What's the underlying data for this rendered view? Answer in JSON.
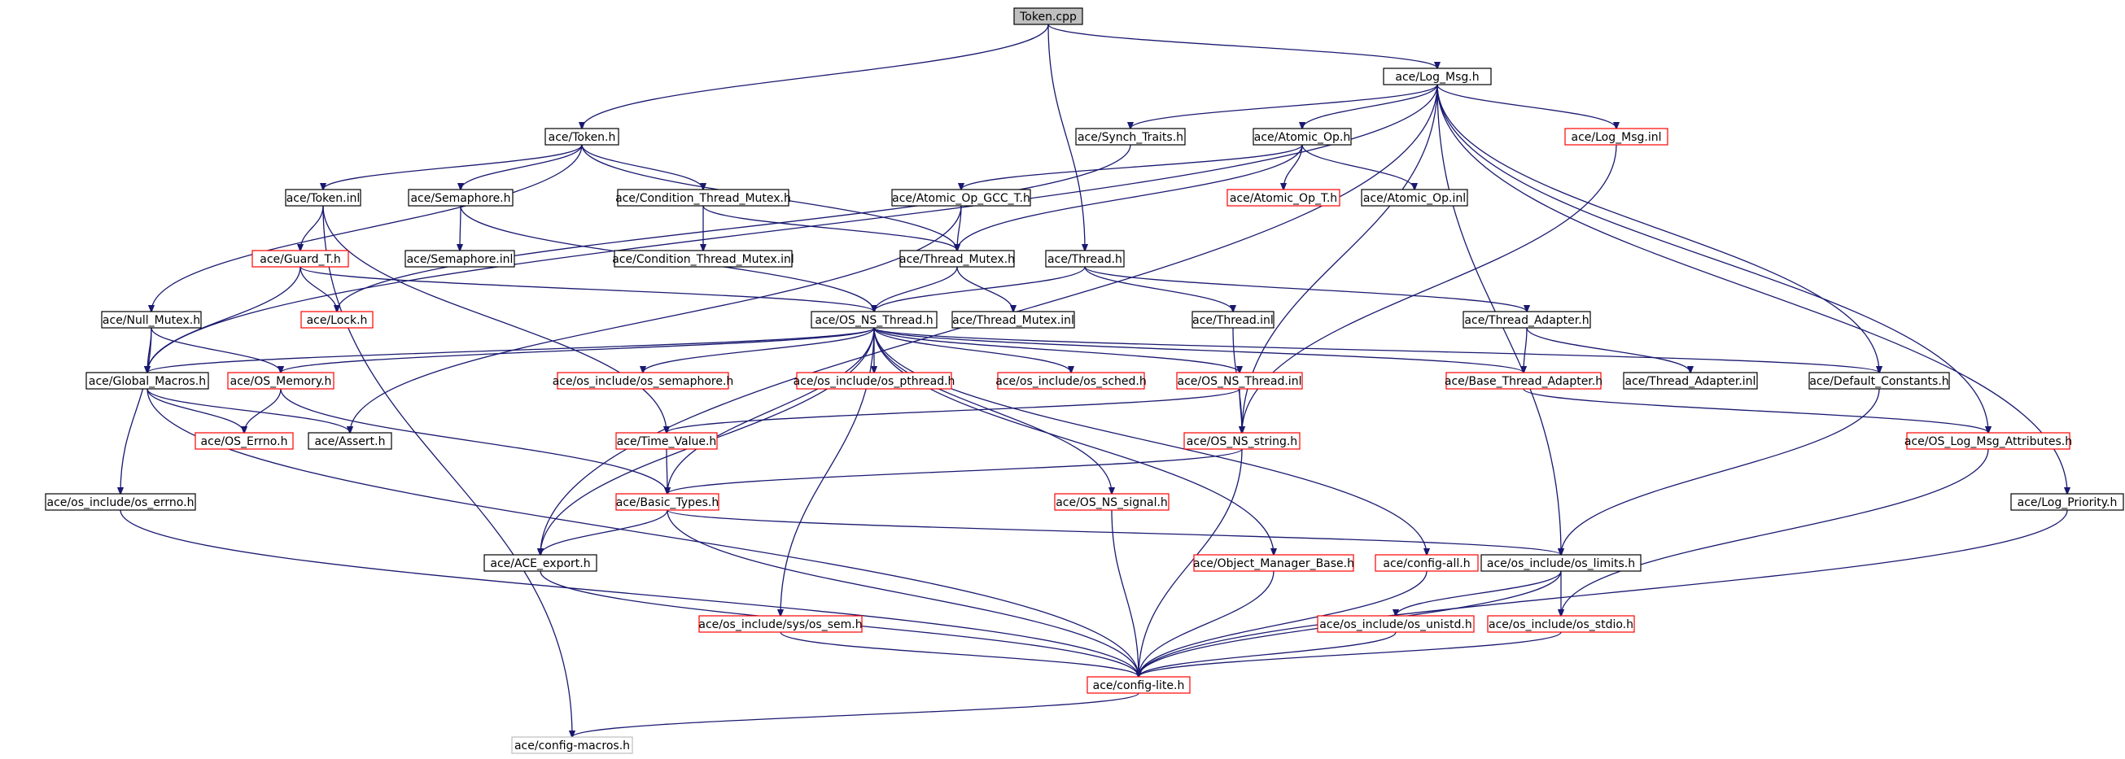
{
  "colors": {
    "edge": "#191970",
    "border_black": "#000000",
    "border_red": "#ff0000",
    "border_gray": "#bfbfbf",
    "root_fill": "#bfbfbf",
    "node_fill": "#ffffff"
  },
  "nodes": [
    {
      "id": "token_cpp",
      "label": "Token.cpp",
      "style": "root"
    },
    {
      "id": "log_msg_h",
      "label": "ace/Log_Msg.h",
      "style": "black"
    },
    {
      "id": "token_h",
      "label": "ace/Token.h",
      "style": "black"
    },
    {
      "id": "synch_traits_h",
      "label": "ace/Synch_Traits.h",
      "style": "black"
    },
    {
      "id": "atomic_op_h",
      "label": "ace/Atomic_Op.h",
      "style": "black"
    },
    {
      "id": "log_msg_inl",
      "label": "ace/Log_Msg.inl",
      "style": "red"
    },
    {
      "id": "token_inl",
      "label": "ace/Token.inl",
      "style": "black"
    },
    {
      "id": "semaphore_h",
      "label": "ace/Semaphore.h",
      "style": "black"
    },
    {
      "id": "cond_thread_mutex_h",
      "label": "ace/Condition_Thread_Mutex.h",
      "style": "black"
    },
    {
      "id": "atomic_op_gcc_t_h",
      "label": "ace/Atomic_Op_GCC_T.h",
      "style": "black"
    },
    {
      "id": "atomic_op_t_h",
      "label": "ace/Atomic_Op_T.h",
      "style": "red"
    },
    {
      "id": "atomic_op_inl",
      "label": "ace/Atomic_Op.inl",
      "style": "black"
    },
    {
      "id": "guard_t_h",
      "label": "ace/Guard_T.h",
      "style": "red"
    },
    {
      "id": "semaphore_inl",
      "label": "ace/Semaphore.inl",
      "style": "black"
    },
    {
      "id": "cond_thread_mutex_inl",
      "label": "ace/Condition_Thread_Mutex.inl",
      "style": "black"
    },
    {
      "id": "thread_mutex_h",
      "label": "ace/Thread_Mutex.h",
      "style": "black"
    },
    {
      "id": "thread_h",
      "label": "ace/Thread.h",
      "style": "black"
    },
    {
      "id": "null_mutex_h",
      "label": "ace/Null_Mutex.h",
      "style": "black"
    },
    {
      "id": "lock_h",
      "label": "ace/Lock.h",
      "style": "red"
    },
    {
      "id": "os_ns_thread_h",
      "label": "ace/OS_NS_Thread.h",
      "style": "black"
    },
    {
      "id": "thread_mutex_inl",
      "label": "ace/Thread_Mutex.inl",
      "style": "black"
    },
    {
      "id": "thread_inl",
      "label": "ace/Thread.inl",
      "style": "black"
    },
    {
      "id": "thread_adapter_h",
      "label": "ace/Thread_Adapter.h",
      "style": "black"
    },
    {
      "id": "global_macros_h",
      "label": "ace/Global_Macros.h",
      "style": "black"
    },
    {
      "id": "os_memory_h",
      "label": "ace/OS_Memory.h",
      "style": "red"
    },
    {
      "id": "os_semaphore_h",
      "label": "ace/os_include/os_semaphore.h",
      "style": "red"
    },
    {
      "id": "os_pthread_h",
      "label": "ace/os_include/os_pthread.h",
      "style": "red"
    },
    {
      "id": "os_sched_h",
      "label": "ace/os_include/os_sched.h",
      "style": "red"
    },
    {
      "id": "os_ns_thread_inl",
      "label": "ace/OS_NS_Thread.inl",
      "style": "red"
    },
    {
      "id": "base_thread_adapter_h",
      "label": "ace/Base_Thread_Adapter.h",
      "style": "red"
    },
    {
      "id": "thread_adapter_inl",
      "label": "ace/Thread_Adapter.inl",
      "style": "black"
    },
    {
      "id": "default_constants_h",
      "label": "ace/Default_Constants.h",
      "style": "black"
    },
    {
      "id": "os_errno_h_ace",
      "label": "ace/OS_Errno.h",
      "style": "red"
    },
    {
      "id": "assert_h",
      "label": "ace/Assert.h",
      "style": "black"
    },
    {
      "id": "time_value_h",
      "label": "ace/Time_Value.h",
      "style": "red"
    },
    {
      "id": "os_ns_string_h",
      "label": "ace/OS_NS_string.h",
      "style": "red"
    },
    {
      "id": "os_log_msg_attr_h",
      "label": "ace/OS_Log_Msg_Attributes.h",
      "style": "red"
    },
    {
      "id": "os_include_errno_h",
      "label": "ace/os_include/os_errno.h",
      "style": "black"
    },
    {
      "id": "basic_types_h",
      "label": "ace/Basic_Types.h",
      "style": "red"
    },
    {
      "id": "os_ns_signal_h",
      "label": "ace/OS_NS_signal.h",
      "style": "red"
    },
    {
      "id": "log_priority_h",
      "label": "ace/Log_Priority.h",
      "style": "black"
    },
    {
      "id": "ace_export_h",
      "label": "ace/ACE_export.h",
      "style": "black"
    },
    {
      "id": "object_manager_base_h",
      "label": "ace/Object_Manager_Base.h",
      "style": "red"
    },
    {
      "id": "config_all_h",
      "label": "ace/config-all.h",
      "style": "red"
    },
    {
      "id": "os_limits_h",
      "label": "ace/os_include/os_limits.h",
      "style": "black"
    },
    {
      "id": "os_sem_h",
      "label": "ace/os_include/sys/os_sem.h",
      "style": "red"
    },
    {
      "id": "os_unistd_h",
      "label": "ace/os_include/os_unistd.h",
      "style": "red"
    },
    {
      "id": "os_stdio_h",
      "label": "ace/os_include/os_stdio.h",
      "style": "red"
    },
    {
      "id": "config_lite_h",
      "label": "ace/config-lite.h",
      "style": "red"
    },
    {
      "id": "config_macros_h",
      "label": "ace/config-macros.h",
      "style": "gray"
    }
  ],
  "edges": [
    [
      "token_cpp",
      "log_msg_h"
    ],
    [
      "token_cpp",
      "token_h"
    ],
    [
      "token_cpp",
      "thread_h"
    ],
    [
      "log_msg_h",
      "global_macros_h"
    ],
    [
      "log_msg_h",
      "synch_traits_h"
    ],
    [
      "log_msg_h",
      "atomic_op_h"
    ],
    [
      "log_msg_h",
      "log_msg_inl"
    ],
    [
      "log_msg_h",
      "ace_export_h"
    ],
    [
      "log_msg_h",
      "os_ns_string_h"
    ],
    [
      "log_msg_h",
      "default_constants_h"
    ],
    [
      "log_msg_h",
      "os_limits_h"
    ],
    [
      "log_msg_h",
      "os_log_msg_attr_h"
    ],
    [
      "log_msg_h",
      "log_priority_h"
    ],
    [
      "token_h",
      "null_mutex_h"
    ],
    [
      "token_h",
      "token_inl"
    ],
    [
      "token_h",
      "semaphore_h"
    ],
    [
      "token_h",
      "cond_thread_mutex_h"
    ],
    [
      "token_h",
      "thread_mutex_h"
    ],
    [
      "synch_traits_h",
      "lock_h"
    ],
    [
      "atomic_op_h",
      "thread_mutex_h"
    ],
    [
      "atomic_op_h",
      "atomic_op_gcc_t_h"
    ],
    [
      "atomic_op_h",
      "atomic_op_t_h"
    ],
    [
      "atomic_op_h",
      "atomic_op_inl"
    ],
    [
      "log_msg_inl",
      "os_ns_string_h"
    ],
    [
      "token_inl",
      "guard_t_h"
    ],
    [
      "token_inl",
      "time_value_h"
    ],
    [
      "token_inl",
      "config_macros_h"
    ],
    [
      "semaphore_h",
      "semaphore_inl"
    ],
    [
      "semaphore_h",
      "os_ns_thread_h"
    ],
    [
      "cond_thread_mutex_h",
      "cond_thread_mutex_inl"
    ],
    [
      "cond_thread_mutex_h",
      "thread_mutex_h"
    ],
    [
      "atomic_op_gcc_t_h",
      "thread_mutex_h"
    ],
    [
      "atomic_op_gcc_t_h",
      "assert_h"
    ],
    [
      "guard_t_h",
      "lock_h"
    ],
    [
      "guard_t_h",
      "global_macros_h"
    ],
    [
      "guard_t_h",
      "os_ns_thread_h"
    ],
    [
      "thread_mutex_h",
      "os_ns_thread_h"
    ],
    [
      "thread_mutex_h",
      "thread_mutex_inl"
    ],
    [
      "thread_h",
      "os_ns_thread_h"
    ],
    [
      "thread_h",
      "thread_inl"
    ],
    [
      "thread_h",
      "thread_adapter_h"
    ],
    [
      "null_mutex_h",
      "global_macros_h"
    ],
    [
      "null_mutex_h",
      "os_memory_h"
    ],
    [
      "null_mutex_h",
      "os_include_errno_h"
    ],
    [
      "os_ns_thread_h",
      "global_macros_h"
    ],
    [
      "os_ns_thread_h",
      "os_memory_h"
    ],
    [
      "os_ns_thread_h",
      "os_semaphore_h"
    ],
    [
      "os_ns_thread_h",
      "os_pthread_h"
    ],
    [
      "os_ns_thread_h",
      "os_sched_h"
    ],
    [
      "os_ns_thread_h",
      "os_ns_thread_inl"
    ],
    [
      "os_ns_thread_h",
      "base_thread_adapter_h"
    ],
    [
      "os_ns_thread_h",
      "default_constants_h"
    ],
    [
      "os_ns_thread_h",
      "basic_types_h"
    ],
    [
      "os_ns_thread_h",
      "ace_export_h"
    ],
    [
      "os_ns_thread_h",
      "os_ns_signal_h"
    ],
    [
      "os_ns_thread_h",
      "os_sem_h"
    ],
    [
      "os_ns_thread_h",
      "object_manager_base_h"
    ],
    [
      "os_ns_thread_h",
      "config_all_h"
    ],
    [
      "thread_inl",
      "os_ns_string_h"
    ],
    [
      "thread_adapter_h",
      "base_thread_adapter_h"
    ],
    [
      "thread_adapter_h",
      "thread_adapter_inl"
    ],
    [
      "global_macros_h",
      "os_errno_h_ace"
    ],
    [
      "global_macros_h",
      "assert_h"
    ],
    [
      "global_macros_h",
      "config_lite_h"
    ],
    [
      "os_memory_h",
      "os_errno_h_ace"
    ],
    [
      "os_memory_h",
      "basic_types_h"
    ],
    [
      "os_ns_thread_inl",
      "os_ns_string_h"
    ],
    [
      "os_ns_thread_inl",
      "time_value_h"
    ],
    [
      "base_thread_adapter_h",
      "os_log_msg_attr_h"
    ],
    [
      "default_constants_h",
      "os_limits_h"
    ],
    [
      "time_value_h",
      "basic_types_h"
    ],
    [
      "os_ns_string_h",
      "basic_types_h"
    ],
    [
      "os_ns_string_h",
      "config_lite_h"
    ],
    [
      "os_log_msg_attr_h",
      "os_stdio_h"
    ],
    [
      "os_include_errno_h",
      "config_lite_h"
    ],
    [
      "basic_types_h",
      "ace_export_h"
    ],
    [
      "basic_types_h",
      "os_limits_h"
    ],
    [
      "basic_types_h",
      "config_lite_h"
    ],
    [
      "os_ns_signal_h",
      "config_lite_h"
    ],
    [
      "log_priority_h",
      "config_lite_h"
    ],
    [
      "ace_export_h",
      "config_lite_h"
    ],
    [
      "object_manager_base_h",
      "config_lite_h"
    ],
    [
      "config_all_h",
      "config_lite_h"
    ],
    [
      "os_limits_h",
      "os_unistd_h"
    ],
    [
      "os_limits_h",
      "os_stdio_h"
    ],
    [
      "os_limits_h",
      "config_lite_h"
    ],
    [
      "os_sem_h",
      "config_lite_h"
    ],
    [
      "os_unistd_h",
      "config_lite_h"
    ],
    [
      "os_stdio_h",
      "config_lite_h"
    ],
    [
      "config_lite_h",
      "config_macros_h"
    ]
  ]
}
